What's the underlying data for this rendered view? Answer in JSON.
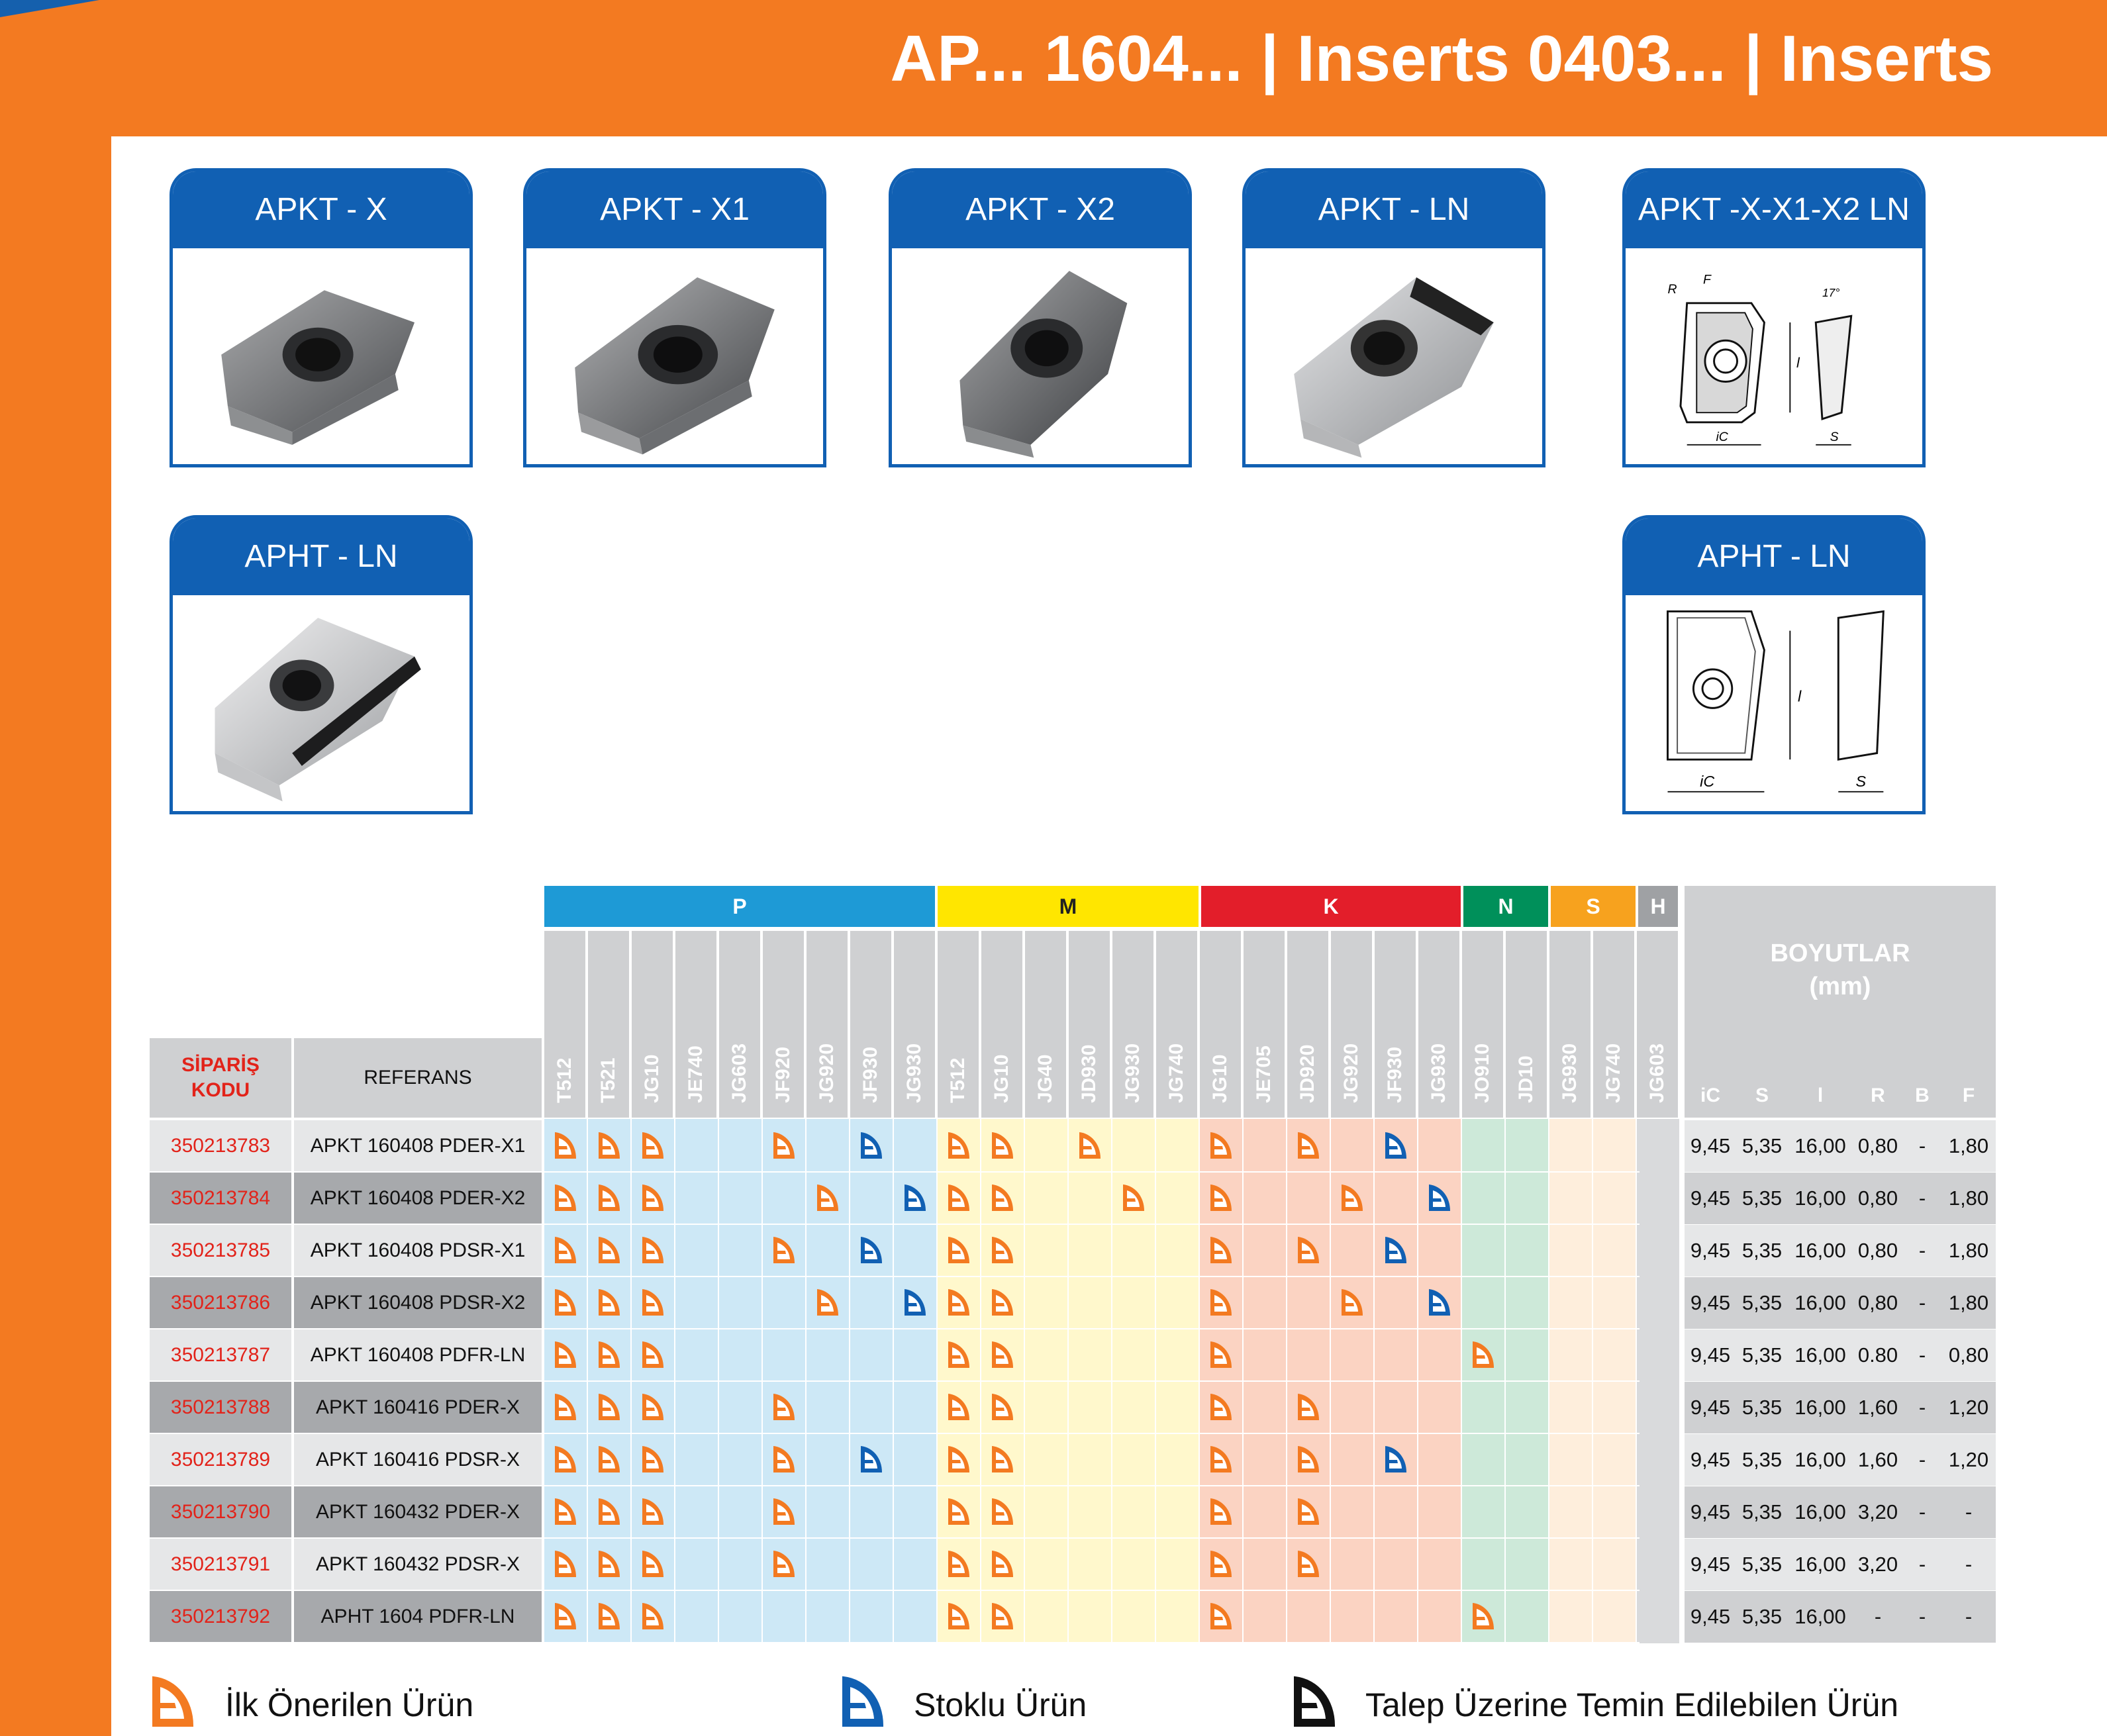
{
  "title": "AP... 1604... | Inserts 0403... | Inserts",
  "colors": {
    "orange": "#f37a21",
    "blue": "#1160b3",
    "P": "#1e9ad6",
    "M": "#ffe600",
    "K": "#e31e2a",
    "N": "#00905a",
    "S": "#f7a21e",
    "H": "#9fa1a4",
    "icon_orange": "#f37a21",
    "icon_blue": "#1160b3"
  },
  "cards": [
    {
      "label": "APKT - X",
      "icon": "insert-photo-x"
    },
    {
      "label": "APKT - X1",
      "icon": "insert-photo-x1"
    },
    {
      "label": "APKT - X2",
      "icon": "insert-photo-x2"
    },
    {
      "label": "APKT - LN",
      "icon": "insert-photo-ln"
    },
    {
      "label": "APKT -X-X1-X2 LN",
      "icon": "technical-drawing",
      "drawing_labels": {
        "f": "F",
        "r": "R",
        "angle": "17°",
        "l": "l",
        "ic": "iC",
        "s": "S"
      }
    },
    {
      "label": "APHT - LN",
      "icon": "insert-photo-apht"
    },
    {
      "label": "APHT - LN",
      "icon": "technical-drawing",
      "drawing_labels": {
        "l": "l",
        "ic": "iC",
        "s": "S"
      }
    }
  ],
  "table": {
    "bands": [
      {
        "key": "P",
        "label": "P"
      },
      {
        "key": "M",
        "label": "M"
      },
      {
        "key": "K",
        "label": "K"
      },
      {
        "key": "N",
        "label": "N"
      },
      {
        "key": "S",
        "label": "S"
      },
      {
        "key": "H",
        "label": "H"
      }
    ],
    "grades": [
      "T512",
      "T521",
      "JG10",
      "JE740",
      "JG603",
      "JF920",
      "JG920",
      "JF930",
      "JG930",
      "T512",
      "JG10",
      "JG40",
      "JD930",
      "JG930",
      "JG740",
      "JG10",
      "JE705",
      "JD920",
      "JG920",
      "JF930",
      "JG930",
      "JO910",
      "JD10",
      "JG930",
      "JG740",
      "JG603"
    ],
    "siparis_header": "SİPARİŞ KODU",
    "siparis_line1": "SİPARİŞ",
    "siparis_line2": "KODU",
    "referans_header": "REFERANS",
    "boyutlar_line1": "BOYUTLAR",
    "boyutlar_line2": "(mm)",
    "dim_headers": [
      "iC",
      "S",
      "l",
      "R",
      "B",
      "F"
    ],
    "rows": [
      {
        "code": "350213783",
        "ref": "APKT 160408 PDER-X1",
        "marks": {
          "0": "o",
          "1": "o",
          "2": "o",
          "5": "o",
          "7": "b",
          "9": "o",
          "10": "o",
          "12": "o",
          "15": "o",
          "17": "o",
          "19": "b"
        },
        "dims": [
          "9,45",
          "5,35",
          "16,00",
          "0,80",
          "-",
          "1,80"
        ]
      },
      {
        "code": "350213784",
        "ref": "APKT 160408 PDER-X2",
        "marks": {
          "0": "o",
          "1": "o",
          "2": "o",
          "6": "o",
          "8": "b",
          "9": "o",
          "10": "o",
          "13": "o",
          "15": "o",
          "18": "o",
          "20": "b"
        },
        "dims": [
          "9,45",
          "5,35",
          "16,00",
          "0,80",
          "-",
          "1,80"
        ]
      },
      {
        "code": "350213785",
        "ref": "APKT 160408 PDSR-X1",
        "marks": {
          "0": "o",
          "1": "o",
          "2": "o",
          "5": "o",
          "7": "b",
          "9": "o",
          "10": "o",
          "15": "o",
          "17": "o",
          "19": "b"
        },
        "dims": [
          "9,45",
          "5,35",
          "16,00",
          "0,80",
          "-",
          "1,80"
        ]
      },
      {
        "code": "350213786",
        "ref": "APKT 160408 PDSR-X2",
        "marks": {
          "0": "o",
          "1": "o",
          "2": "o",
          "6": "o",
          "8": "b",
          "9": "o",
          "10": "o",
          "15": "o",
          "18": "o",
          "20": "b"
        },
        "dims": [
          "9,45",
          "5,35",
          "16,00",
          "0,80",
          "-",
          "1,80"
        ]
      },
      {
        "code": "350213787",
        "ref": "APKT 160408 PDFR-LN",
        "marks": {
          "0": "o",
          "1": "o",
          "2": "o",
          "9": "o",
          "10": "o",
          "15": "o",
          "21": "o"
        },
        "dims": [
          "9,45",
          "5,35",
          "16,00",
          "0.80",
          "-",
          "0,80"
        ]
      },
      {
        "code": "350213788",
        "ref": "APKT 160416 PDER-X",
        "marks": {
          "0": "o",
          "1": "o",
          "2": "o",
          "5": "o",
          "9": "o",
          "10": "o",
          "15": "o",
          "17": "o"
        },
        "dims": [
          "9,45",
          "5,35",
          "16,00",
          "1,60",
          "-",
          "1,20"
        ]
      },
      {
        "code": "350213789",
        "ref": "APKT 160416 PDSR-X",
        "marks": {
          "0": "o",
          "1": "o",
          "2": "o",
          "5": "o",
          "7": "b",
          "9": "o",
          "10": "o",
          "15": "o",
          "17": "o",
          "19": "b"
        },
        "dims": [
          "9,45",
          "5,35",
          "16,00",
          "1,60",
          "-",
          "1,20"
        ]
      },
      {
        "code": "350213790",
        "ref": "APKT 160432 PDER-X",
        "marks": {
          "0": "o",
          "1": "o",
          "2": "o",
          "5": "o",
          "9": "o",
          "10": "o",
          "15": "o",
          "17": "o"
        },
        "dims": [
          "9,45",
          "5,35",
          "16,00",
          "3,20",
          "-",
          "-"
        ]
      },
      {
        "code": "350213791",
        "ref": "APKT 160432 PDSR-X",
        "marks": {
          "0": "o",
          "1": "o",
          "2": "o",
          "5": "o",
          "9": "o",
          "10": "o",
          "15": "o",
          "17": "o"
        },
        "dims": [
          "9,45",
          "5,35",
          "16,00",
          "3,20",
          "-",
          "-"
        ]
      },
      {
        "code": "350213792",
        "ref": "APHT 1604 PDFR-LN",
        "marks": {
          "0": "o",
          "1": "o",
          "2": "o",
          "9": "o",
          "10": "o",
          "15": "o",
          "21": "o"
        },
        "dims": [
          "9,45",
          "5,35",
          "16,00",
          "-",
          "-",
          "-"
        ]
      }
    ]
  },
  "legend": [
    {
      "label": "İlk Önerilen Ürün",
      "icon": "recommended-icon",
      "color": "#f37a21"
    },
    {
      "label": "Stoklu Ürün",
      "icon": "stock-icon",
      "color": "#1160b3"
    },
    {
      "label": "Talep Üzerine Temin Edilebilen Ürün",
      "icon": "on-request-icon",
      "color": "#111111"
    }
  ]
}
